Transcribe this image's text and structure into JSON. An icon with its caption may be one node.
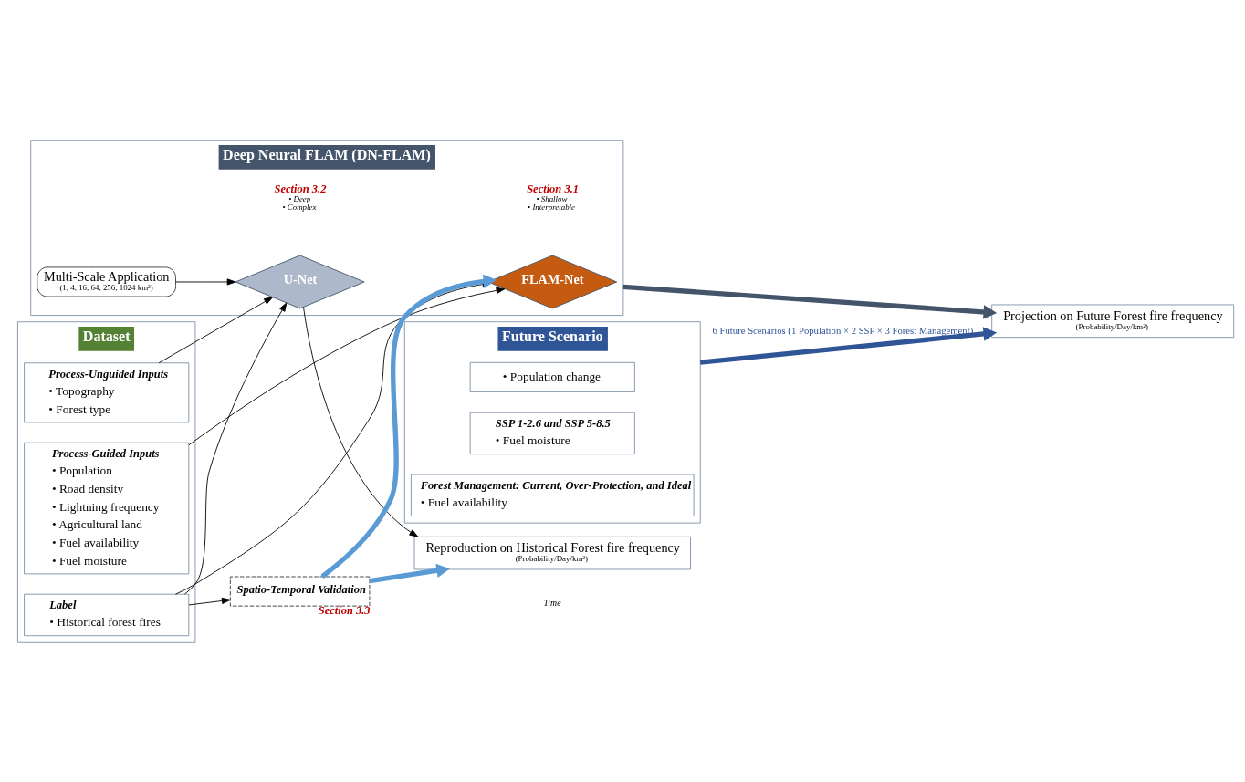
{
  "diagram": {
    "nodes": [
      {
        "text": [
          "Dataset"
        ]
      },
      {
        "text": [
          "Label",
          "• Historical forest fires"
        ],
        "in": 0
      },
      {
        "text": [
          "Process-Guided Inputs",
          "• Population",
          "• Road density",
          "• Lightning frequency",
          "• Agricultural land",
          "• Fuel availability",
          "• Fuel moisture"
        ],
        "in": 0
      },
      {
        "text": [
          "Process-Unguided Inputs",
          "• Topography",
          "• Forest type"
        ],
        "in": 0
      },
      {
        "text": [
          "Deep Neural FLAM (DN-FLAM)"
        ]
      },
      {
        "text": [
          "FLAM-Net"
        ],
        "in": 4,
        "beside": [
          "Section 3.1",
          "• Shallow",
          "• Interpretable"
        ]
      },
      {
        "text": [
          "Multi-Scale Application",
          "(1, 4, 16, 64, 256, 1024 km²)"
        ],
        "in": 4
      },
      {
        "text": [
          "U-Net"
        ],
        "in": 4,
        "beside": [
          "Section 3.2",
          "• Deep",
          "• Complex"
        ]
      },
      {
        "text": [
          "Spatio-Temporal Validation"
        ],
        "beside": [
          "Section 3.3"
        ]
      },
      {
        "text": [
          "Reproduction on Historical Forest fire frequency",
          "(Probability/Day/km²)"
        ]
      },
      {
        "text": [
          "Future Scenario"
        ]
      },
      {
        "text": [
          "• Population change"
        ],
        "in": 10
      },
      {
        "text": [
          "SSP 1-2.6 and SSP 5-8.5",
          "• Fuel moisture"
        ],
        "in": 10
      },
      {
        "text": [
          "Forest Management: Current, Over-Protection, and Ideal",
          "• Fuel availability"
        ],
        "in": 10
      },
      {
        "text": [
          "Projection on Future Forest fire frequency",
          "(Probability/Day/km²)"
        ]
      }
    ],
    "edges": [
      {
        "from": 1,
        "to": 5,
        "arrow": "to"
      },
      {
        "from": 1,
        "to": 7,
        "arrow": "to"
      },
      {
        "from": 1,
        "to": 8,
        "arrow": "to"
      },
      {
        "from": 2,
        "to": 5,
        "arrow": "to"
      },
      {
        "from": 3,
        "to": 7,
        "arrow": "to"
      },
      {
        "from": 6,
        "to": 7,
        "arrow": "to"
      },
      {
        "from": 8,
        "to": 5,
        "arrow": "to",
        "style": "thick",
        "color": "#5b9bd5"
      },
      {
        "from": 8,
        "to": 9,
        "arrow": "to",
        "style": "thick",
        "color": "#5b9bd5"
      },
      {
        "from": 7,
        "to": 9,
        "arrow": "to"
      },
      {
        "from": 4,
        "to": 14,
        "arrow": "to",
        "style": "thick",
        "color": "#44546a"
      },
      {
        "from": 10,
        "to": 14,
        "arrow": "to",
        "label": "6 Future Scenarios (1 Population × 2 SSP × 3 Forest Management)",
        "style": "thick",
        "color": "#2f5597"
      }
    ],
    "labels": [
      "Time"
    ]
  }
}
